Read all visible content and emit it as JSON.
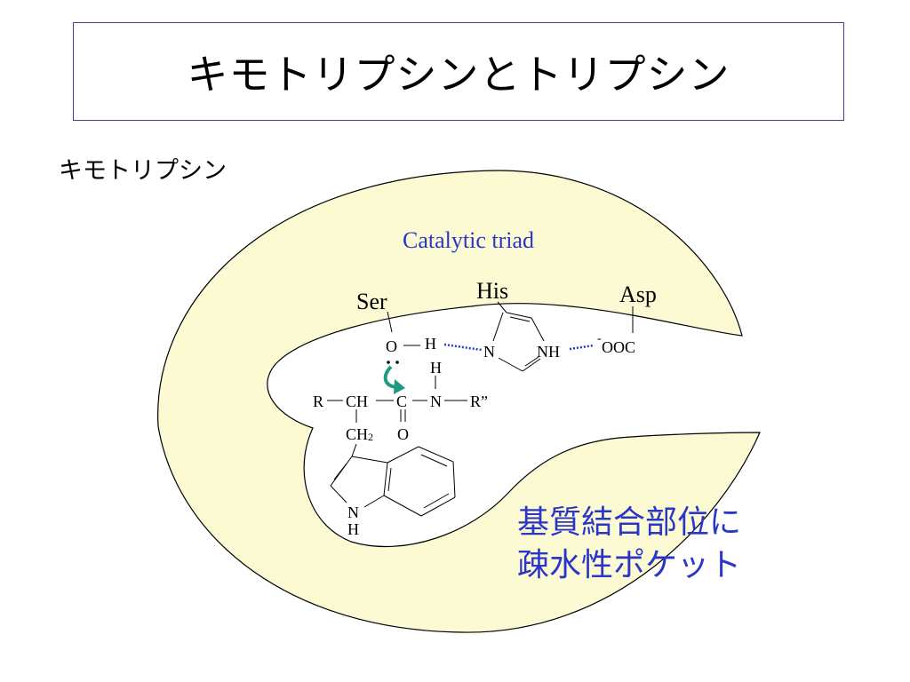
{
  "slide": {
    "title": "キモトリプシンとトリプシン",
    "subtitle": "キモトリプシン"
  },
  "diagram": {
    "triad_label": "Catalytic triad",
    "residues": {
      "ser": "Ser",
      "his": "His",
      "asp": "Asp"
    },
    "atoms": {
      "o_ser": "O",
      "h_ser": "H",
      "n_his_1": "N",
      "nh_his_2": "NH",
      "minus_sign": "-",
      "ooc": "OOC",
      "r_left": "R",
      "ch": "CH",
      "c_carbonyl": "C",
      "o_carbonyl": "O",
      "n_amide": "N",
      "h_amide": "H",
      "r_right": "R”",
      "ch2_ch": "CH",
      "ch2_sub": "2",
      "n_indole": "N",
      "h_indole": "H"
    },
    "pocket_note_lines": [
      "基質結合部位に",
      "疎水性ポケット"
    ]
  },
  "colors": {
    "pocket_fill": "#fcfad2",
    "blue_text": "#2b36c8",
    "title_border": "#3a3fa0",
    "arrow_teal": "#1f9a80"
  }
}
